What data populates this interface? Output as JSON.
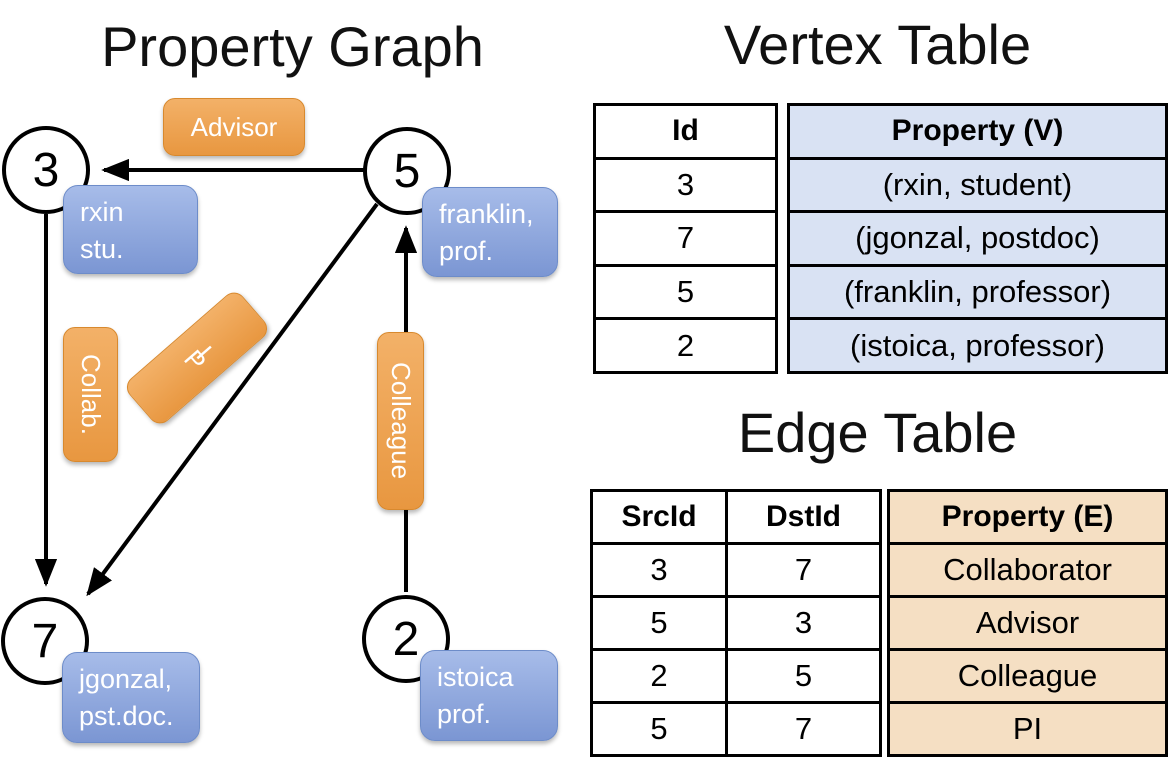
{
  "diagram": {
    "title": "Property Graph",
    "nodes": [
      {
        "id": "3",
        "prop_line1": "rxin",
        "prop_line2": "stu."
      },
      {
        "id": "5",
        "prop_line1": "franklin,",
        "prop_line2": "prof."
      },
      {
        "id": "7",
        "prop_line1": "jgonzal,",
        "prop_line2": "pst.doc."
      },
      {
        "id": "2",
        "prop_line1": "istoica",
        "prop_line2": "prof."
      }
    ],
    "edges": [
      {
        "label": "Advisor",
        "src": "5",
        "dst": "3"
      },
      {
        "label": "Collab.",
        "src": "3",
        "dst": "7"
      },
      {
        "label": "PI",
        "src": "5",
        "dst": "7"
      },
      {
        "label": "Colleague",
        "src": "2",
        "dst": "5"
      }
    ]
  },
  "vertex_table": {
    "title": "Vertex Table",
    "columns": [
      "Id",
      "Property (V)"
    ],
    "rows": [
      [
        "3",
        "(rxin, student)"
      ],
      [
        "7",
        "(jgonzal, postdoc)"
      ],
      [
        "5",
        "(franklin, professor)"
      ],
      [
        "2",
        "(istoica, professor)"
      ]
    ]
  },
  "edge_table": {
    "title": "Edge Table",
    "columns": [
      "SrcId",
      "DstId",
      "Property (E)"
    ],
    "rows": [
      [
        "3",
        "7",
        "Collaborator"
      ],
      [
        "5",
        "3",
        "Advisor"
      ],
      [
        "2",
        "5",
        "Colleague"
      ],
      [
        "5",
        "7",
        "PI"
      ]
    ]
  },
  "colors": {
    "orangeTop": "#f3b168",
    "orangeBottom": "#e89740",
    "orangeBorder": "#d8892e",
    "blueTop": "#a7bce9",
    "blueBottom": "#7b96d3",
    "blueBorder": "#6d8cc9",
    "vertexCell": "#d9e2f3",
    "edgeCell": "#f5dfc3",
    "line": "#000000"
  }
}
